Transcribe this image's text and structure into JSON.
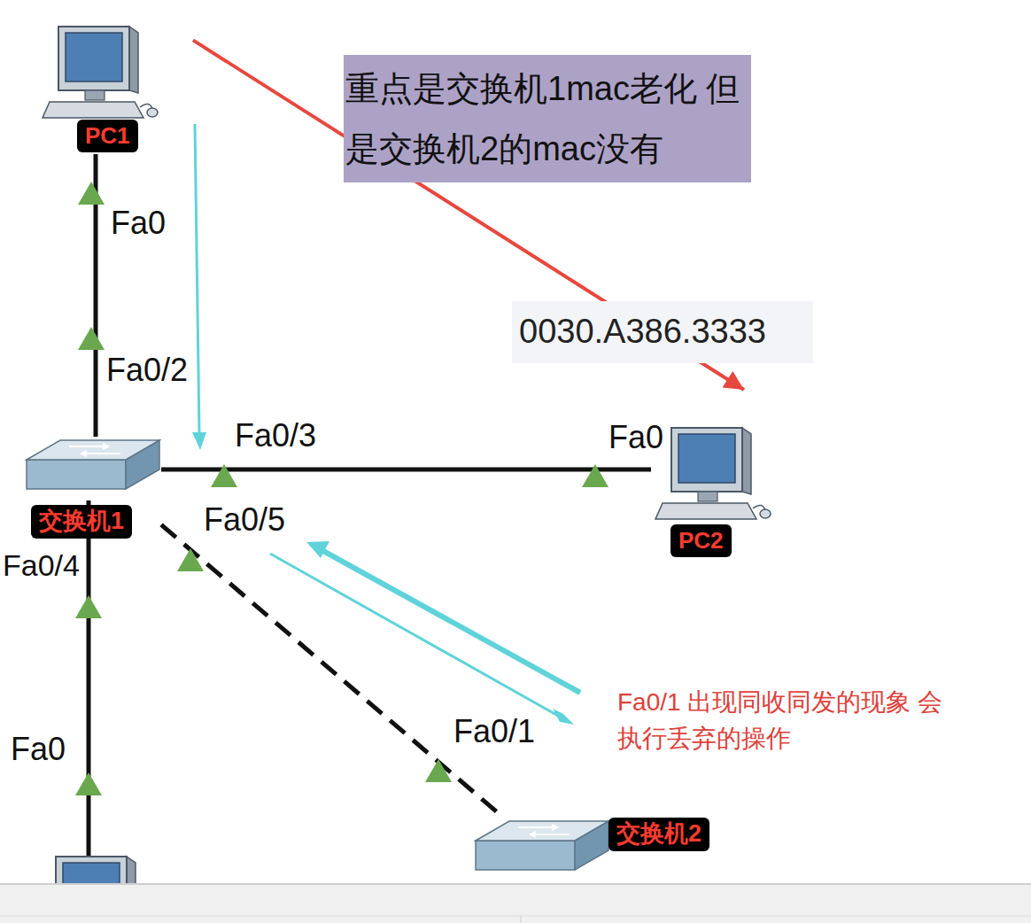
{
  "diagram": {
    "nodes": [
      {
        "text": [
          "PC1"
        ]
      },
      {
        "text": [
          "重点是交换机1mac老化 但是交换机2的mac没有"
        ]
      },
      {
        "text": [
          "交换机1"
        ]
      },
      {
        "text": [
          "PC2"
        ]
      },
      {
        "text": [
          "交换机2"
        ]
      }
    ],
    "edges": [
      {
        "from": 0,
        "to": 2,
        "arrow": "none"
      },
      {
        "from": 0,
        "to": 3,
        "arrow": "to"
      },
      {
        "from": 2,
        "to": 3,
        "arrow": "none"
      },
      {
        "from": 2,
        "to": 4,
        "arrow": "none"
      }
    ],
    "labels": [
      "Fa0",
      "Fa0/2",
      "0030.A386.3333",
      "Fa0/3",
      "Fa0",
      "Fa0/4",
      "Fa0/5",
      "Fa0/1",
      "Fa0/1 出现同收同发的现象 会执行丢弃的操作",
      "Fa0"
    ]
  }
}
